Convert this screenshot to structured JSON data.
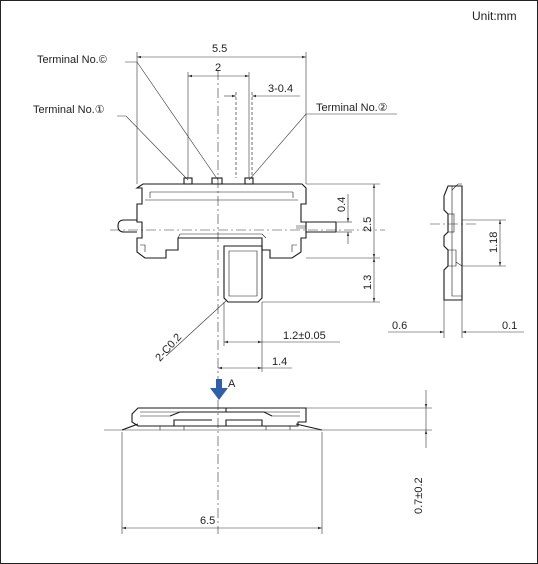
{
  "units_label": "Unit:mm",
  "terminals": {
    "common": "Terminal No.©",
    "no1": "Terminal No.①",
    "no2": "Terminal No.②"
  },
  "top_view": {
    "width": "5.5",
    "pitch": "2",
    "lead_width": "3-0.4",
    "height": "2.5",
    "protrusion": "0.4",
    "knob_travel": "1.3",
    "chamfer": "2-C0.2",
    "knob_width": "1.2±0.05",
    "knob_offset": "1.4"
  },
  "side_view": {
    "offset_left": "0.6",
    "offset_right": "0.1",
    "height": "1.18"
  },
  "view_a": {
    "arrow_label": "A",
    "width": "6.5",
    "height": "0.7±0.2"
  },
  "colors": {
    "line": "#1a1a1a",
    "arrow": "#2f5fa8"
  }
}
